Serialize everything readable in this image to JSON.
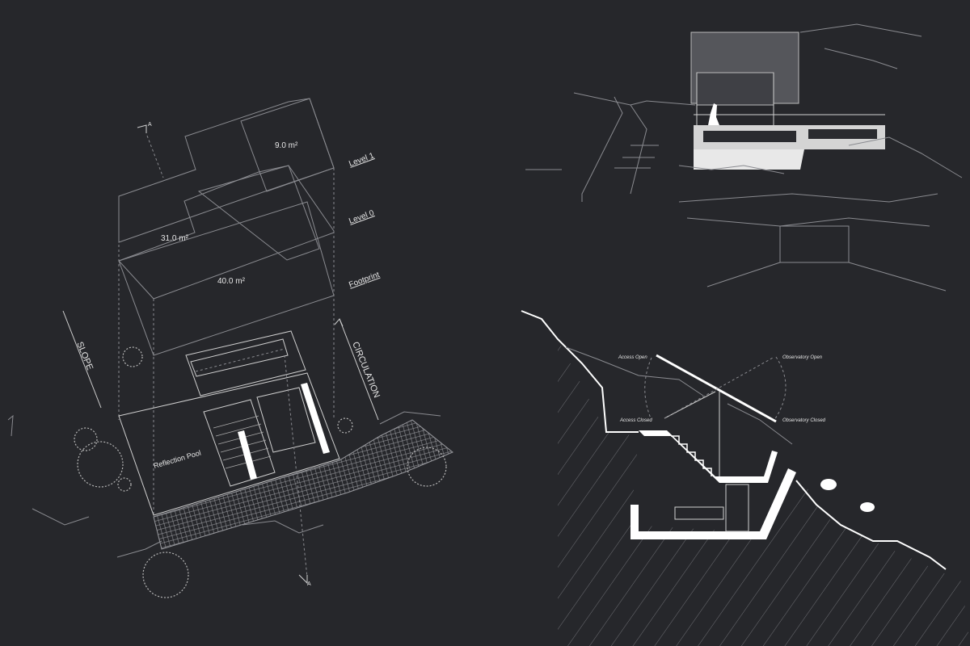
{
  "plan": {
    "section_marker_top": "A",
    "section_marker_bottom": "A",
    "areas": {
      "level1": "9.0 m²",
      "level0": "31.0 m²",
      "footprint": "40.0 m²"
    },
    "layers": {
      "level1": "Level 1",
      "level0": "Level 0",
      "footprint": "Footprint"
    },
    "slope_label": "SLOPE",
    "circulation_label": "CIRCULATION",
    "pool_label": "Reflection Pool"
  },
  "section": {
    "access_open": "Access Open",
    "access_closed": "Access Closed",
    "observatory_open": "Observatory Open",
    "observatory_closed": "Observatory Closed"
  },
  "colors": {
    "background": "#26272b",
    "line": "#8a8b90",
    "white": "#ffffff"
  }
}
